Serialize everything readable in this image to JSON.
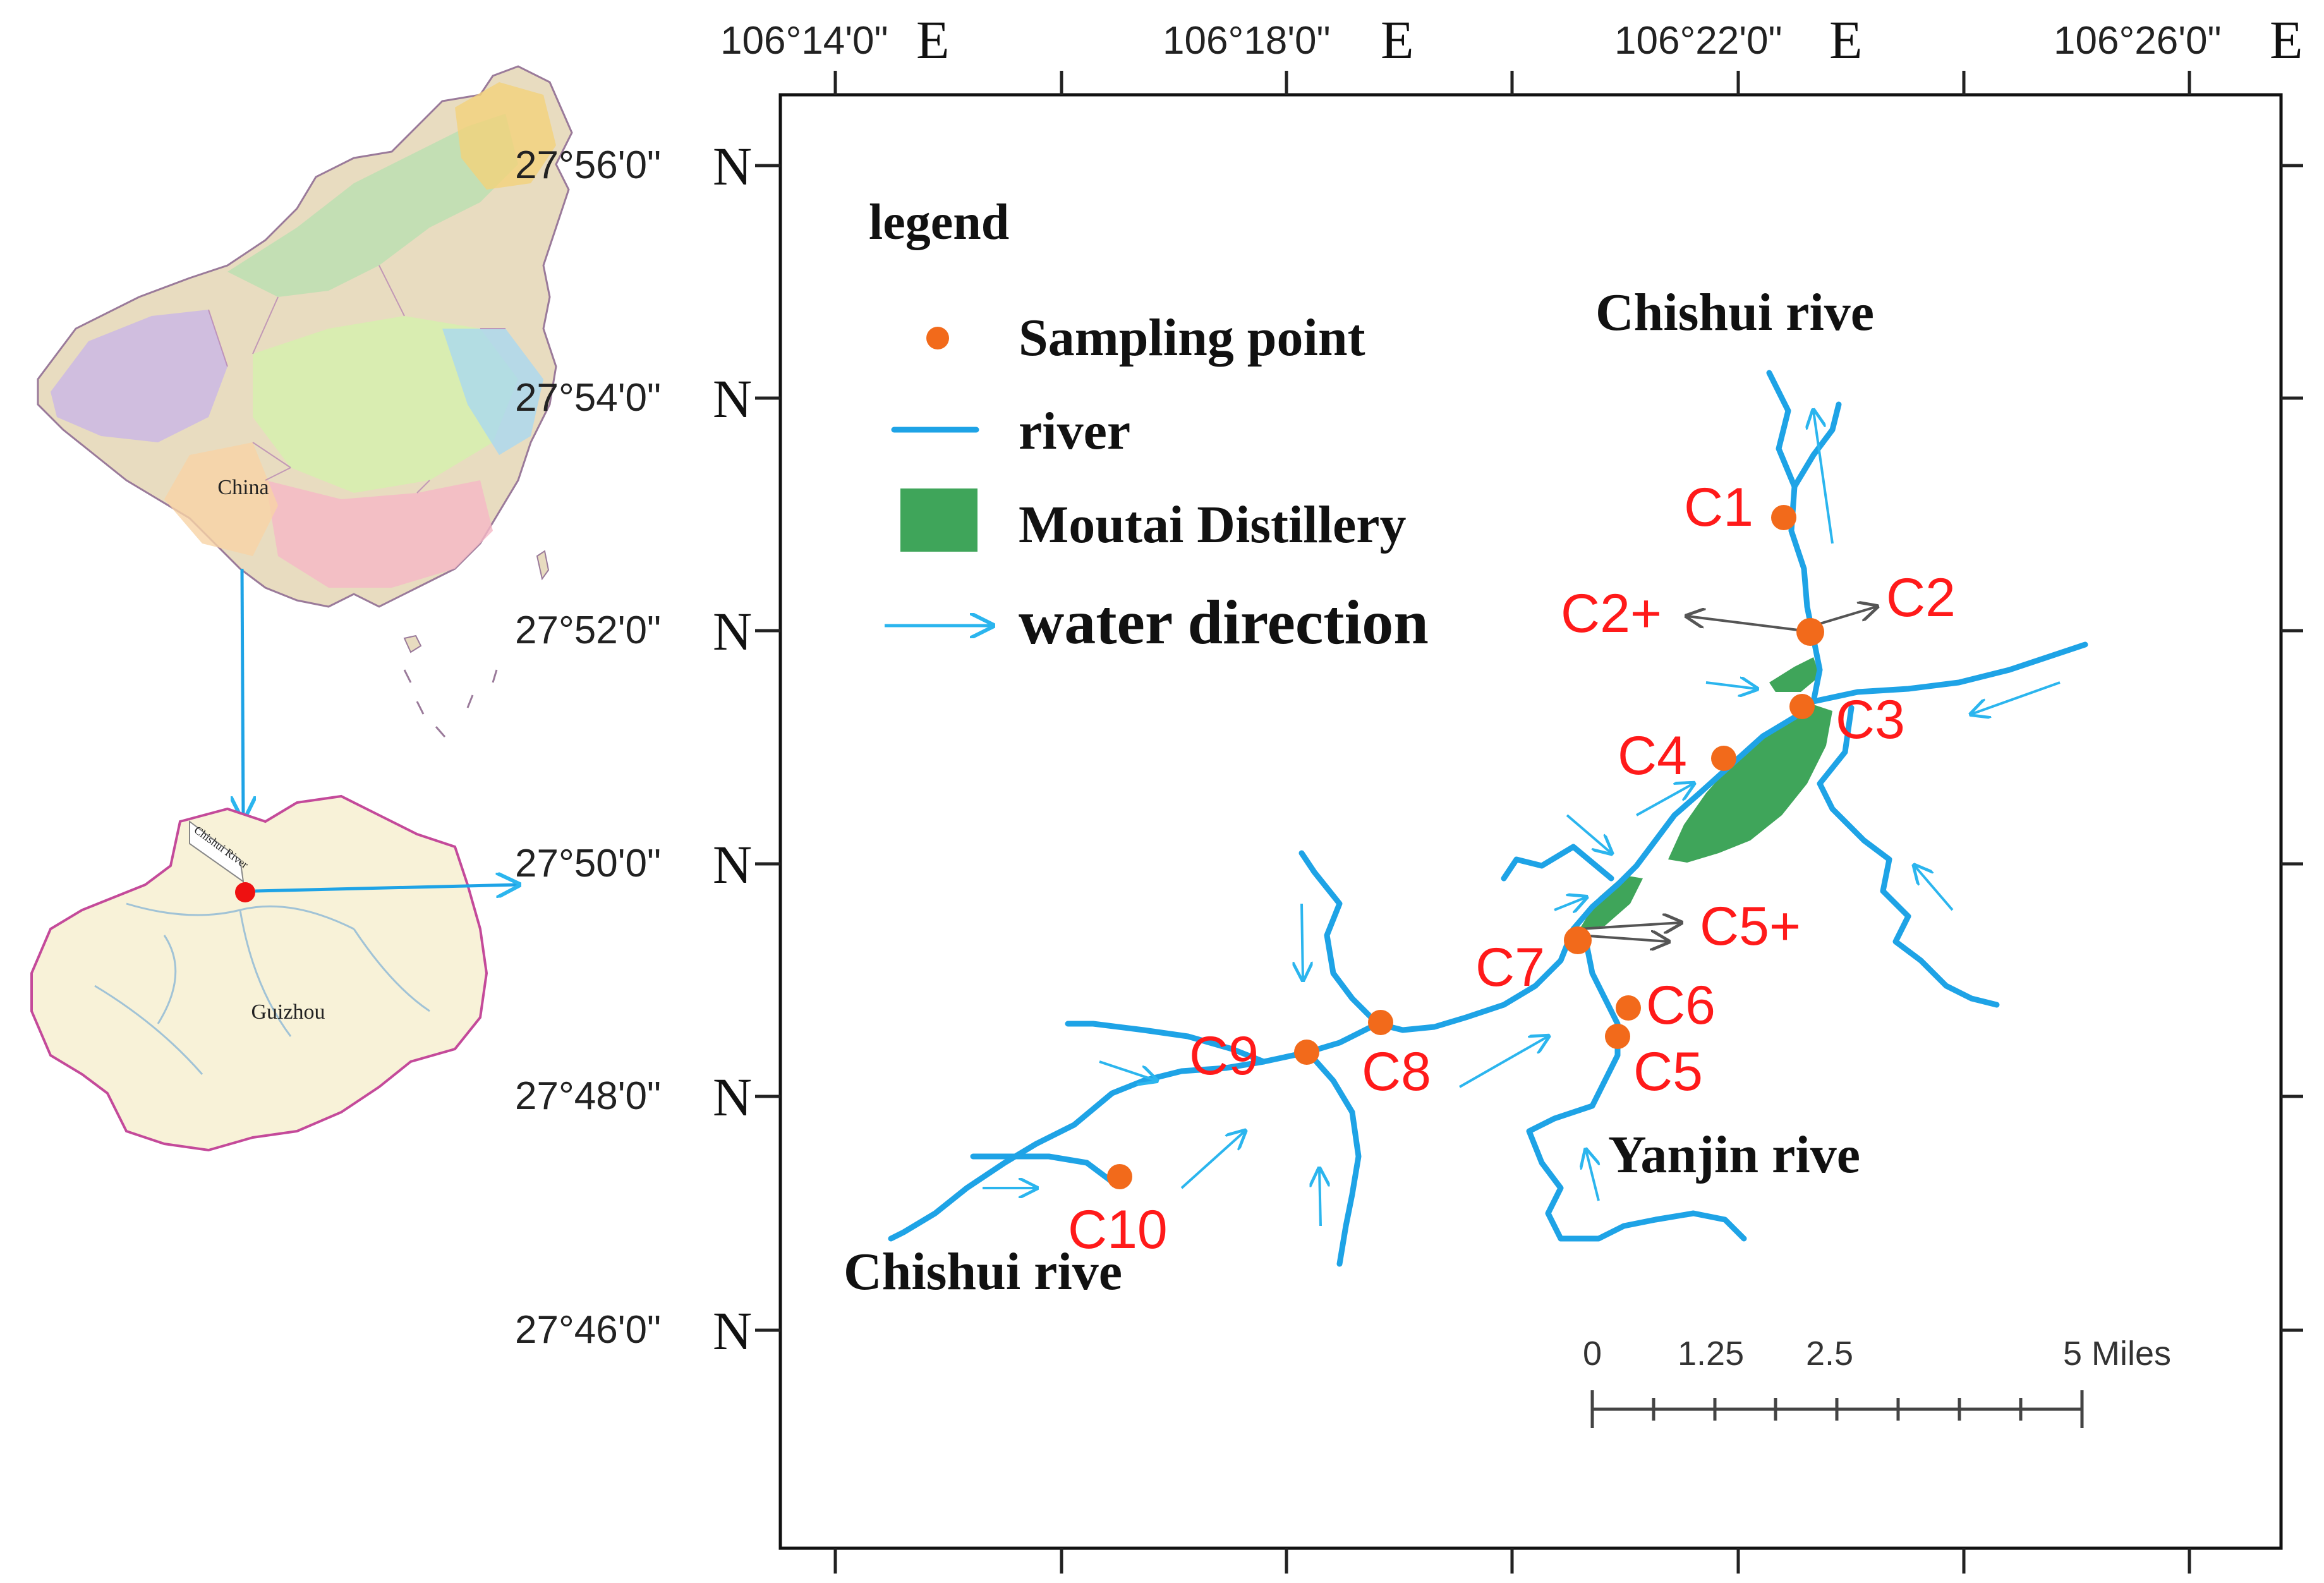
{
  "longitude_labels": [
    {
      "deg": "106°14'0\"",
      "hemi": "E"
    },
    {
      "deg": "106°18'0\"",
      "hemi": "E"
    },
    {
      "deg": "106°22'0\"",
      "hemi": "E"
    },
    {
      "deg": "106°26'0\"",
      "hemi": "E"
    }
  ],
  "latitude_labels": [
    {
      "deg": "27°56'0\"",
      "hemi": "N"
    },
    {
      "deg": "27°54'0\"",
      "hemi": "N"
    },
    {
      "deg": "27°52'0\"",
      "hemi": "N"
    },
    {
      "deg": "27°50'0\"",
      "hemi": "N"
    },
    {
      "deg": "27°48'0\"",
      "hemi": "N"
    },
    {
      "deg": "27°46'0\"",
      "hemi": "N"
    }
  ],
  "legend": {
    "title": "legend",
    "items": [
      {
        "label": "Sampling point",
        "symbol": "orange-dot"
      },
      {
        "label": "river",
        "symbol": "blue-line"
      },
      {
        "label": "Moutai Distillery",
        "symbol": "green-rect"
      },
      {
        "label": "water direction",
        "symbol": "cyan-arrow"
      }
    ]
  },
  "rivers": [
    {
      "name": "Chishui rive",
      "position": "north"
    },
    {
      "name": "Chishui rive",
      "position": "southwest"
    },
    {
      "name": "Yanjin rive",
      "position": "south"
    }
  ],
  "sampling_points": [
    "C1",
    "C2",
    "C2+",
    "C3",
    "C4",
    "C5",
    "C5+",
    "C6",
    "C7",
    "C8",
    "C9",
    "C10"
  ],
  "scale_bar": {
    "ticks": [
      "0",
      "1.25",
      "2.5",
      "5 Miles"
    ]
  },
  "inset": {
    "country": "China",
    "province": "Guizhou",
    "river_label": "Chishui River"
  },
  "colors": {
    "river": "#1ea3e6",
    "arrow": "#2bb5ee",
    "sampling_point": "#f26a1b",
    "distillery": "#3fa55a",
    "label_red": "#ff1a1a",
    "inset_province": "#f8f2d8",
    "inset_border": "#c44a9a"
  }
}
